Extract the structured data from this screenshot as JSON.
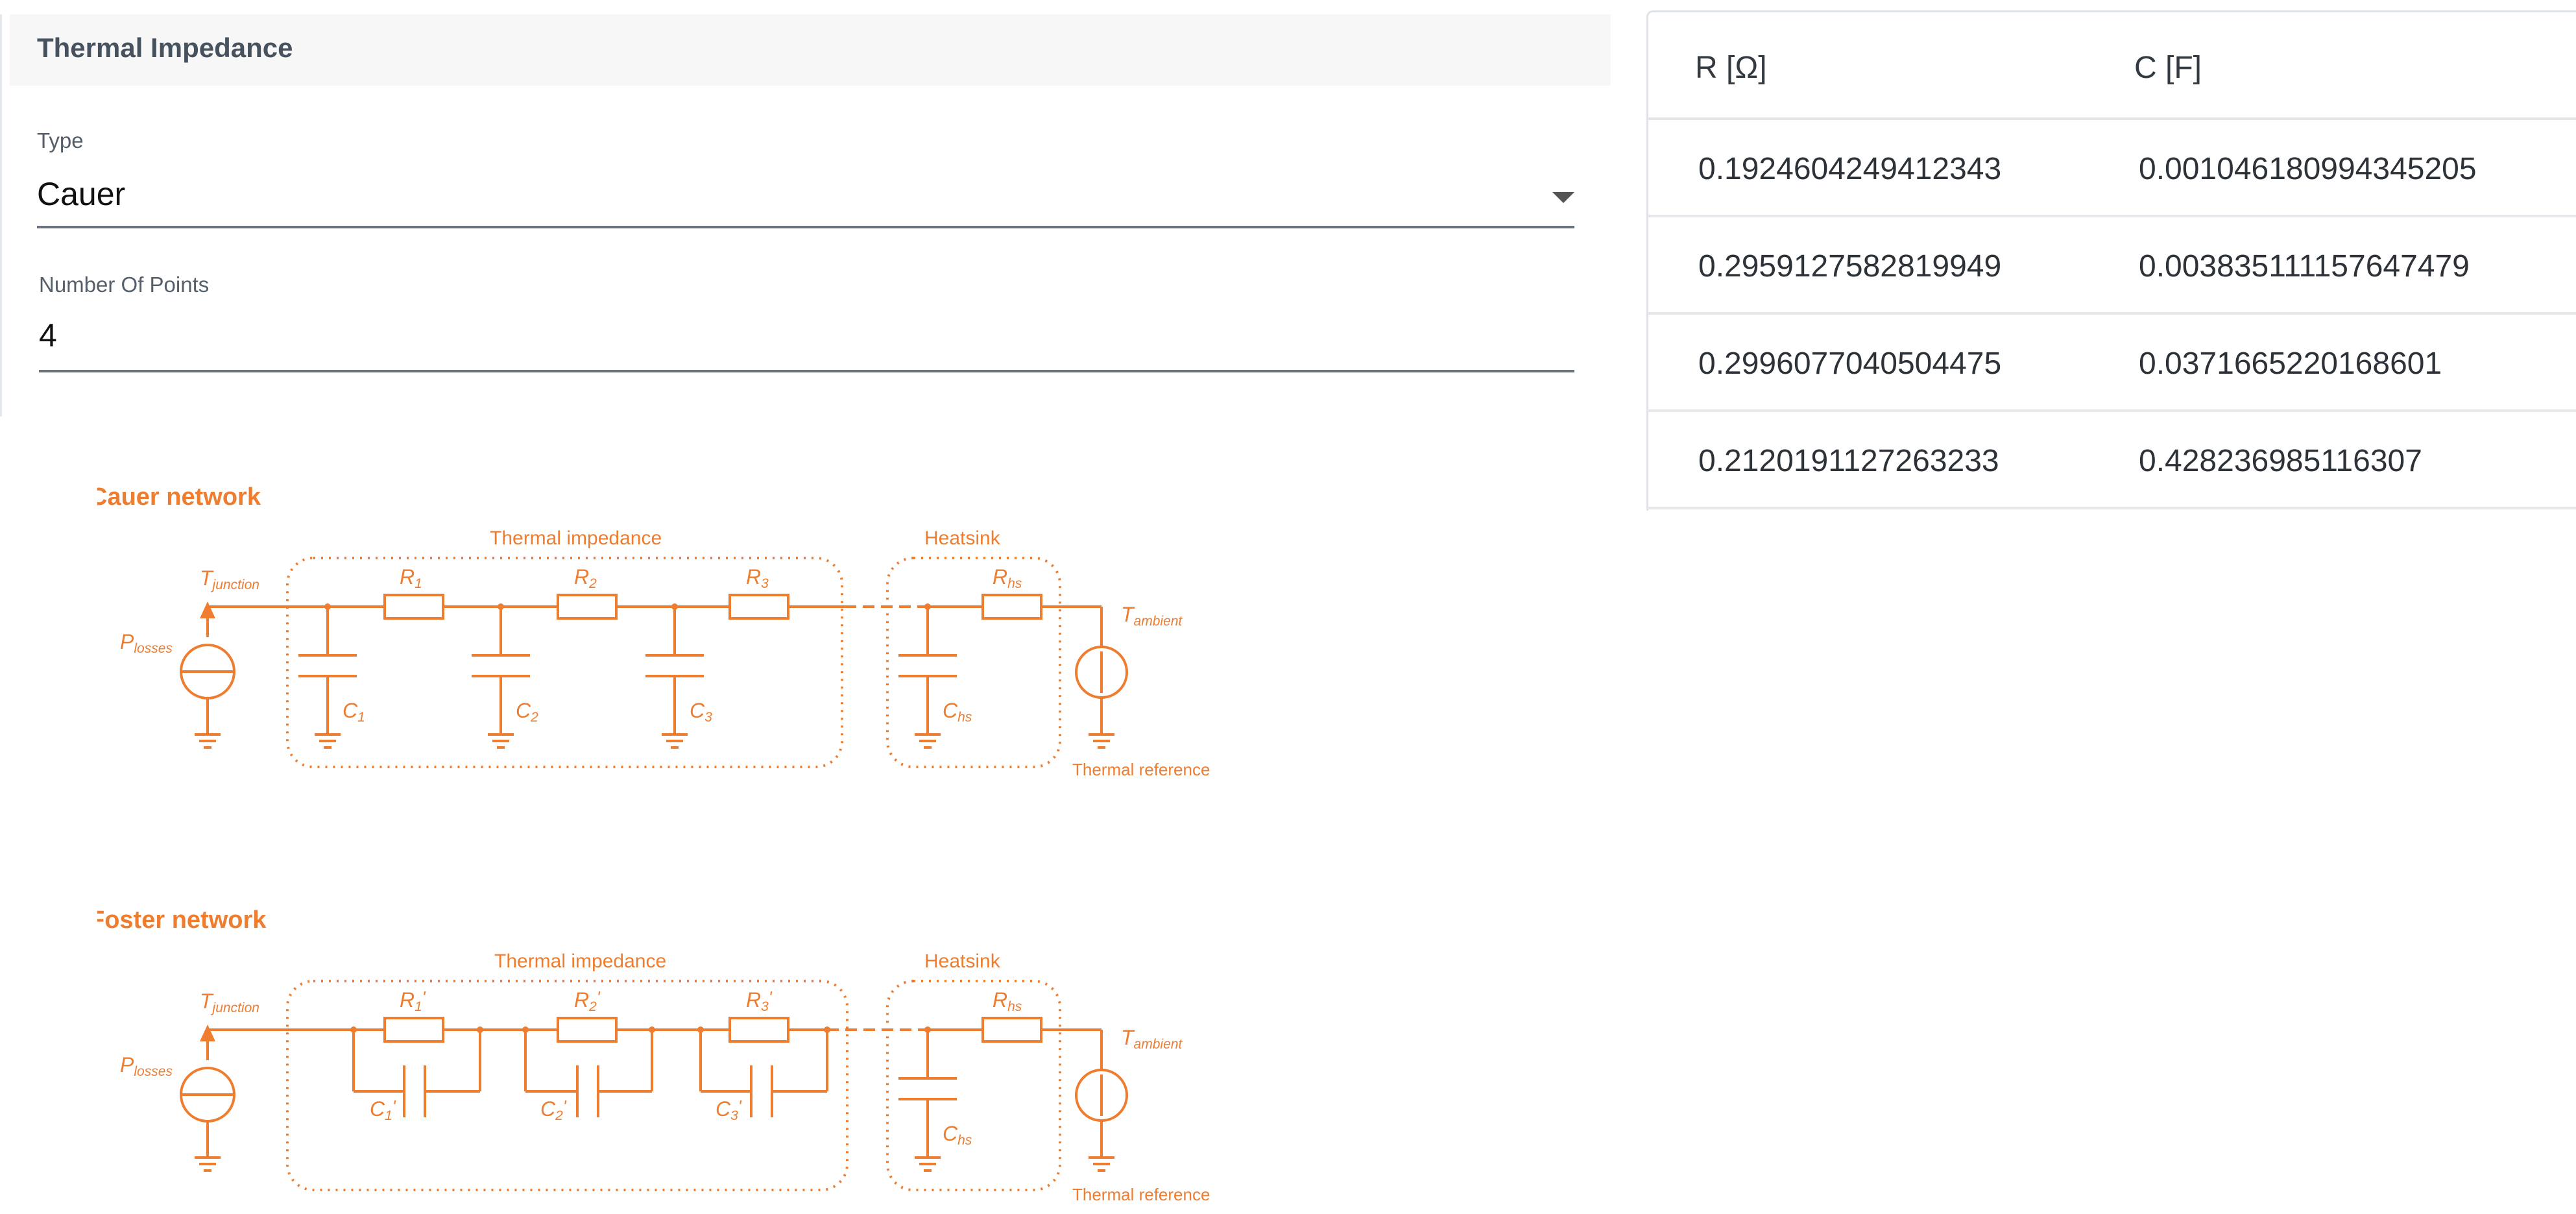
{
  "panel": {
    "title": "Thermal Impedance"
  },
  "type_field": {
    "label": "Type",
    "value": "Cauer"
  },
  "points_field": {
    "label": "Number Of Points",
    "value": "4"
  },
  "table": {
    "headers": [
      "R [Ω]",
      "C [F]"
    ],
    "rows": [
      [
        "0.1924604249412343",
        "0.001046180994345205"
      ],
      [
        "0.2959127582819949",
        "0.003835111157647479"
      ],
      [
        "0.2996077040504475",
        "0.0371665220168601"
      ],
      [
        "0.2120191127263233",
        "0.428236985116307"
      ]
    ]
  },
  "cauer": {
    "title": "Cauer network",
    "impedance": "Thermal impedance",
    "heatsink": "Heatsink",
    "tj": "T",
    "tj_sub": "junction",
    "pl": "P",
    "pl_sub": "losses",
    "ta": "T",
    "ta_sub": "ambient",
    "ref": "Thermal reference",
    "r": [
      "R",
      "1",
      "R",
      "2",
      "R",
      "3",
      "R",
      "hs"
    ],
    "c": [
      "C",
      "1",
      "C",
      "2",
      "C",
      "3",
      "C",
      "hs"
    ]
  },
  "foster": {
    "title": "Foster network",
    "impedance": "Thermal impedance",
    "heatsink": "Heatsink",
    "tj": "T",
    "tj_sub": "junction",
    "pl": "P",
    "pl_sub": "losses",
    "ta": "T",
    "ta_sub": "ambient",
    "ref": "Thermal reference",
    "r": [
      "R",
      "1",
      "'",
      "R",
      "2",
      "'",
      "R",
      "3",
      "'",
      "R",
      "hs"
    ],
    "c": [
      "C",
      "1",
      "'",
      "C",
      "2",
      "'",
      "C",
      "3",
      "'",
      "C",
      "hs"
    ]
  },
  "colors": {
    "accent": "#ee7d30",
    "field_line": "#6b737c",
    "header_bg": "#f7f7f8"
  }
}
